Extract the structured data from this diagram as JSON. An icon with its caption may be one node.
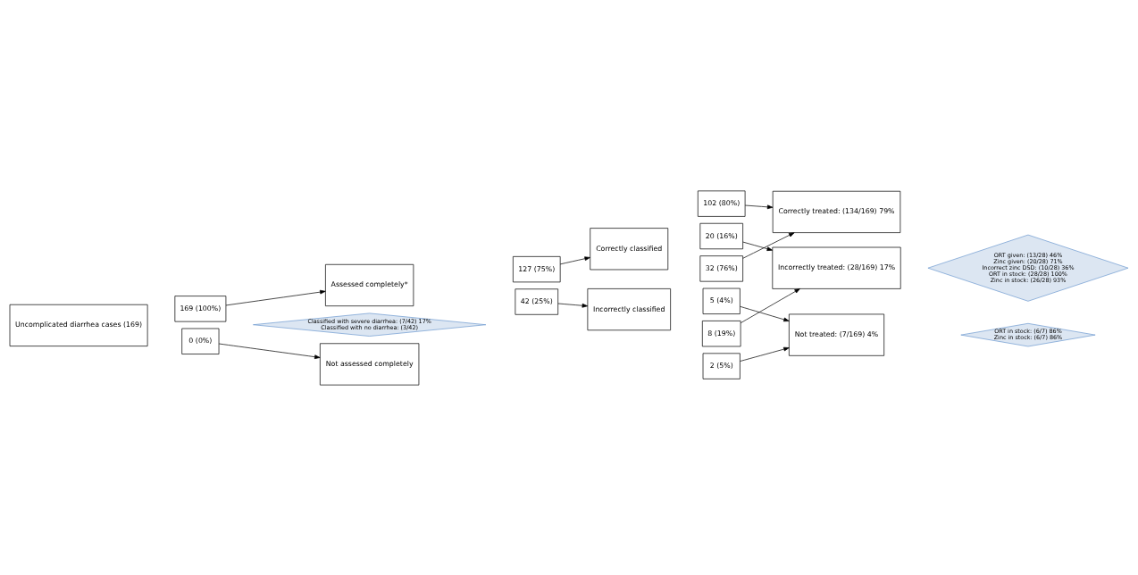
{
  "diagram": {
    "nodes": [
      {
        "text": [
          "Uncomplicated diarrhea cases (169)"
        ]
      },
      {
        "text": [
          "169 (100%)"
        ]
      },
      {
        "text": [
          "0 (0%)"
        ]
      },
      {
        "text": [
          "Assessed completely*"
        ]
      },
      {
        "text": [
          "127 (75%)"
        ]
      },
      {
        "text": [
          "42 (25%)"
        ]
      },
      {
        "text": [
          "Not assessed completely"
        ]
      },
      {
        "text": [
          "Classified with severe diarrhea: (7/42) 17%",
          "Classified with no diarrhea: (3/42)"
        ]
      },
      {
        "text": [
          "Correctly classified"
        ]
      },
      {
        "text": [
          "102 (80%)"
        ]
      },
      {
        "text": [
          "20 (16%)"
        ]
      },
      {
        "text": [
          "5 (4%)"
        ]
      },
      {
        "text": [
          "Incorrectly classified"
        ]
      },
      {
        "text": [
          "32 (76%)"
        ]
      },
      {
        "text": [
          "8 (19%)"
        ]
      },
      {
        "text": [
          "2 (5%)"
        ]
      },
      {
        "text": [
          "Correctly treated: (134/169) 79%"
        ]
      },
      {
        "text": [
          "Incorrectly treated: (28/169) 17%"
        ]
      },
      {
        "text": [
          "ORT given: (13/28) 46%",
          "Zinc given: (20/28) 71%",
          "Incorrect zinc DSD: (10/28) 36%",
          "ORT in stock: (28/28) 100%",
          "Zinc in stock: (26/28) 93%"
        ]
      },
      {
        "text": [
          "Not treated: (7/169) 4%"
        ]
      },
      {
        "text": [
          "ORT in stock: (6/7) 86%",
          "Zinc in stock: (6/7) 86%"
        ]
      }
    ],
    "edges": [
      {
        "from": 1,
        "to": 3,
        "arrow": "to"
      },
      {
        "from": 2,
        "to": 6,
        "arrow": "to"
      },
      {
        "from": 4,
        "to": 8,
        "arrow": "to"
      },
      {
        "from": 5,
        "to": 12,
        "arrow": "to"
      },
      {
        "from": 9,
        "to": 16,
        "arrow": "to"
      },
      {
        "from": 10,
        "to": 17,
        "arrow": "to"
      },
      {
        "from": 11,
        "to": 19,
        "arrow": "to"
      },
      {
        "from": 13,
        "to": 16,
        "arrow": "to"
      },
      {
        "from": 14,
        "to": 17,
        "arrow": "to"
      },
      {
        "from": 15,
        "to": 19,
        "arrow": "to"
      }
    ]
  }
}
